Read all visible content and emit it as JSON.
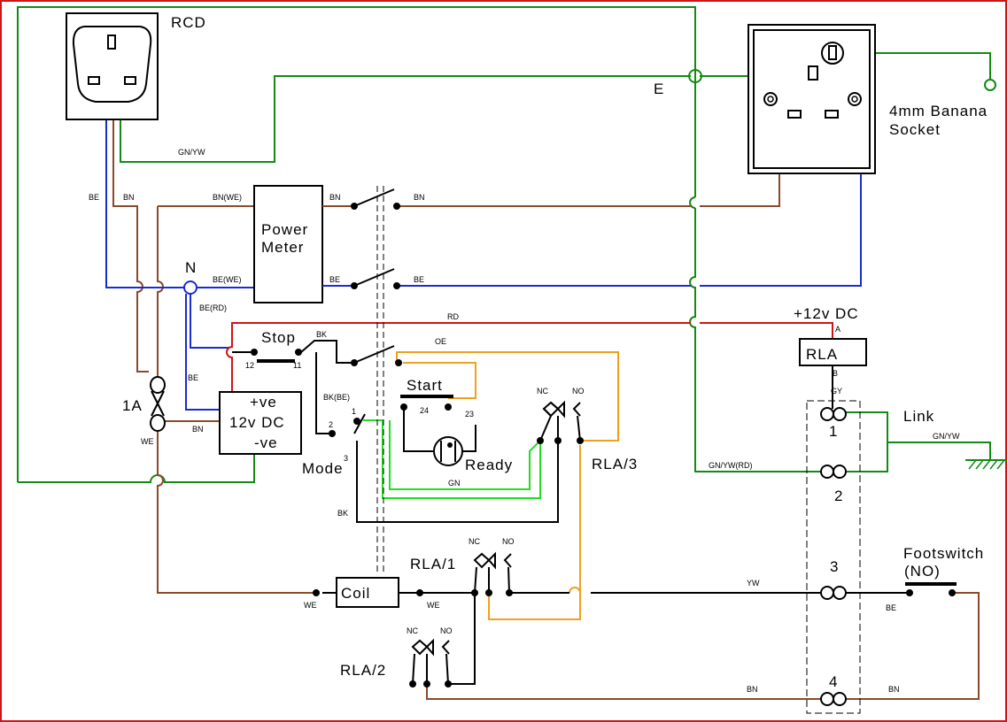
{
  "labels": {
    "rcd": "RCD",
    "earth": "E",
    "banana": "4mm  Banana",
    "socket": "Socket",
    "power_meter_1": "Power",
    "power_meter_2": "Meter",
    "neutral": "N",
    "plus12": "+12v  DC",
    "rla": "RLA",
    "stop": "Stop",
    "start": "Start",
    "ready": "Ready",
    "mode": "Mode",
    "mode_sup": "3",
    "fuse": "1A",
    "psu_pos": "+ve",
    "psu_main": "12v  DC",
    "psu_neg": "-ve",
    "rla3": "RLA/3",
    "rla1": "RLA/1",
    "rla2": "RLA/2",
    "coil": "Coil",
    "link": "Link",
    "footswitch": "Footswitch",
    "footswitch_no": "(NO)",
    "term1": "1",
    "term2": "2",
    "term3": "3",
    "term4": "4"
  },
  "wire_labels": {
    "gn_yw": "GN/YW",
    "be": "BE",
    "bn": "BN",
    "bn_we": "BN(WE)",
    "be_we": "BE(WE)",
    "be_rd": "BE(RD)",
    "rd": "RD",
    "bk": "BK",
    "oe": "OE",
    "bk_be": "BK(BE)",
    "we": "WE",
    "gn": "GN",
    "yw": "YW",
    "gy": "GY",
    "a": "A",
    "b": "B",
    "nc": "NC",
    "no": "NO",
    "n12": "12",
    "n11": "11",
    "n24": "24",
    "n23": "23",
    "n2": "2",
    "n1": "1",
    "gn_yw_rd": "GN/YW(RD)"
  },
  "colors": {
    "earth_green": "#138a13",
    "live_brown": "#8b4a2b",
    "neutral_blue": "#1a2bd1",
    "dc_red": "#d01414",
    "orange": "#f0a020",
    "lime_green": "#22dd22",
    "border": "#d01414"
  }
}
